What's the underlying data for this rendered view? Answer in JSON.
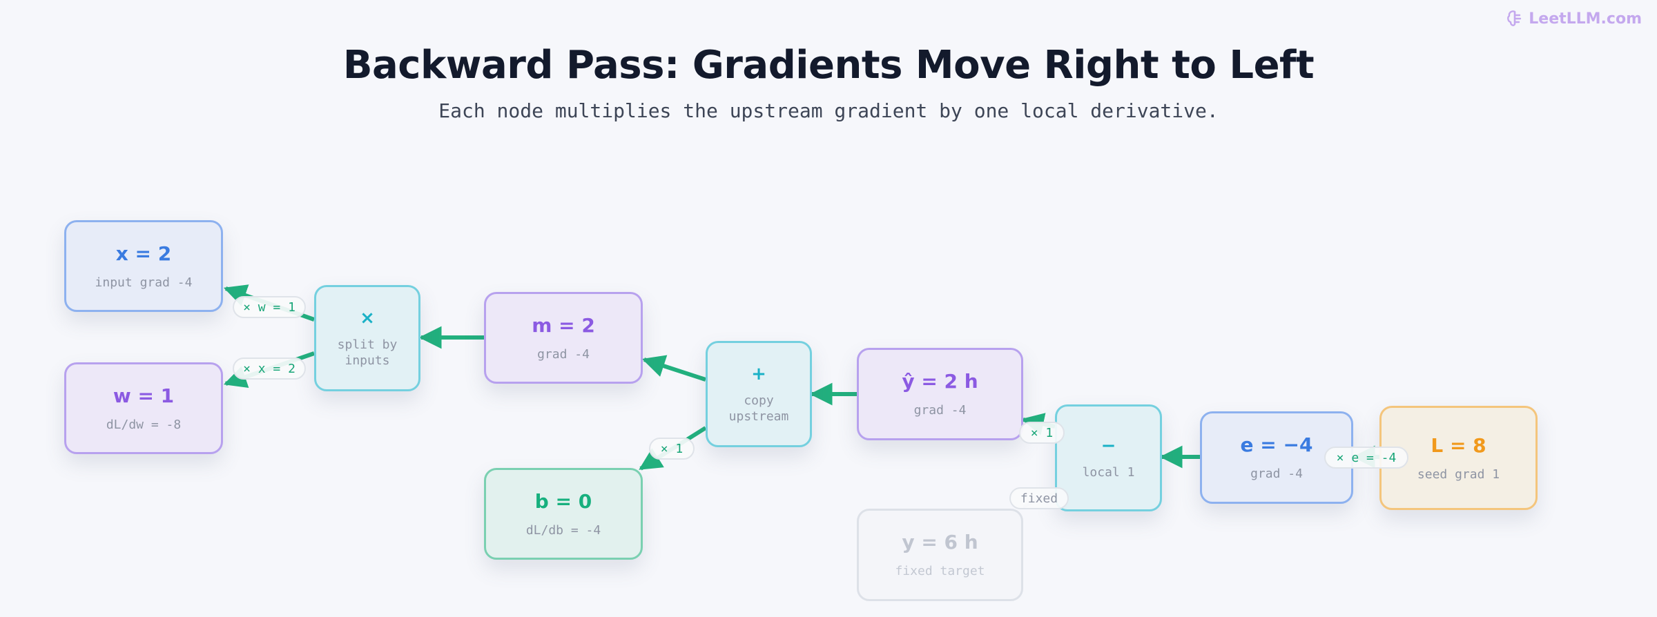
{
  "brand": {
    "name": "LeetLLM.com",
    "icon": "brain-icon",
    "color": "#c4a8ee"
  },
  "title": "Backward Pass: Gradients Move Right to Left",
  "subtitle": "Each node multiplies the upstream gradient by one local derivative.",
  "colors": {
    "edge": "#22b07e",
    "blue": "#3a7be0",
    "purple": "#8b5ae2",
    "cyan": "#1ab1c6",
    "green": "#17b07e",
    "orange": "#f1991c",
    "gray": "#c0c5d0"
  },
  "nodes": {
    "x": {
      "label": "x = 2",
      "sub": "input grad -4"
    },
    "w": {
      "label": "w = 1",
      "sub": "dL/dw = -8"
    },
    "mul": {
      "label": "×",
      "sub": "split by inputs"
    },
    "m": {
      "label": "m = 2",
      "sub": "grad -4"
    },
    "b": {
      "label": "b = 0",
      "sub": "dL/db = -4"
    },
    "add": {
      "label": "+",
      "sub": "copy upstream"
    },
    "yhat": {
      "label": "ŷ = 2 h",
      "sub": "grad -4"
    },
    "y": {
      "label": "y = 6 h",
      "sub": "fixed target"
    },
    "sub": {
      "label": "−",
      "sub": "local 1"
    },
    "e": {
      "label": "e = −4",
      "sub": "grad -4"
    },
    "L": {
      "label": "L = 8",
      "sub": "seed grad 1"
    }
  },
  "edge_labels": {
    "to_x": "× w = 1",
    "to_w": "× x = 2",
    "to_b": "× 1",
    "from_yhat": "× 1",
    "from_y": "fixed",
    "from_L": "× e = -4"
  }
}
